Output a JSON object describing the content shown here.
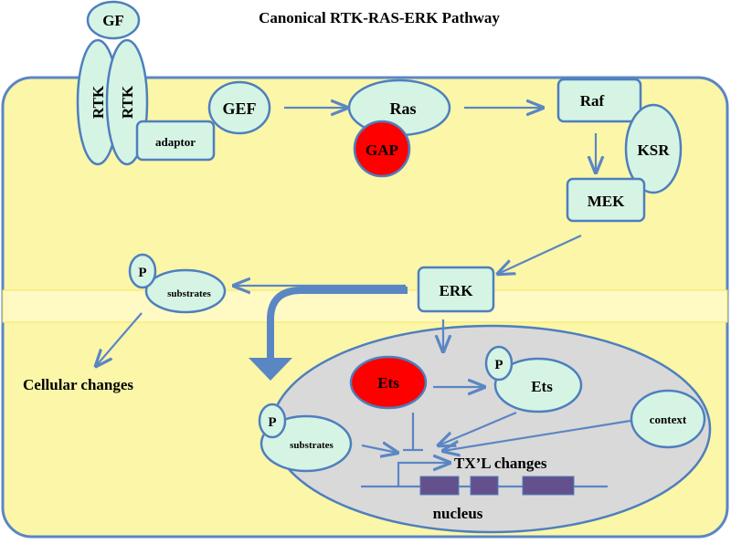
{
  "title": "Canonical RTK-RAS-ERK Pathway",
  "colors": {
    "cell": "#fbf6a8",
    "membrane": "#5b86c4",
    "node": "#d6f4e4",
    "inhibitor": "#ff0000",
    "nucleus": "#d9d9d9",
    "exon": "#64508c"
  },
  "labels": {
    "gf": "GF",
    "rtk_left": "RTK",
    "rtk_right": "RTK",
    "adaptor": "adaptor",
    "gef": "GEF",
    "ras": "Ras",
    "gap": "GAP",
    "raf": "Raf",
    "ksr": "KSR",
    "mek": "MEK",
    "erk": "ERK",
    "p_cyto": "P",
    "substrates_cyto": "substrates",
    "cellular_changes": "Cellular changes",
    "ets": "Ets",
    "p_ets": "P",
    "ets_p": "Ets",
    "p_nuc": "P",
    "substrates_nuc": "substrates",
    "context": "context",
    "txl": "TX’L changes",
    "nucleus": "nucleus"
  }
}
